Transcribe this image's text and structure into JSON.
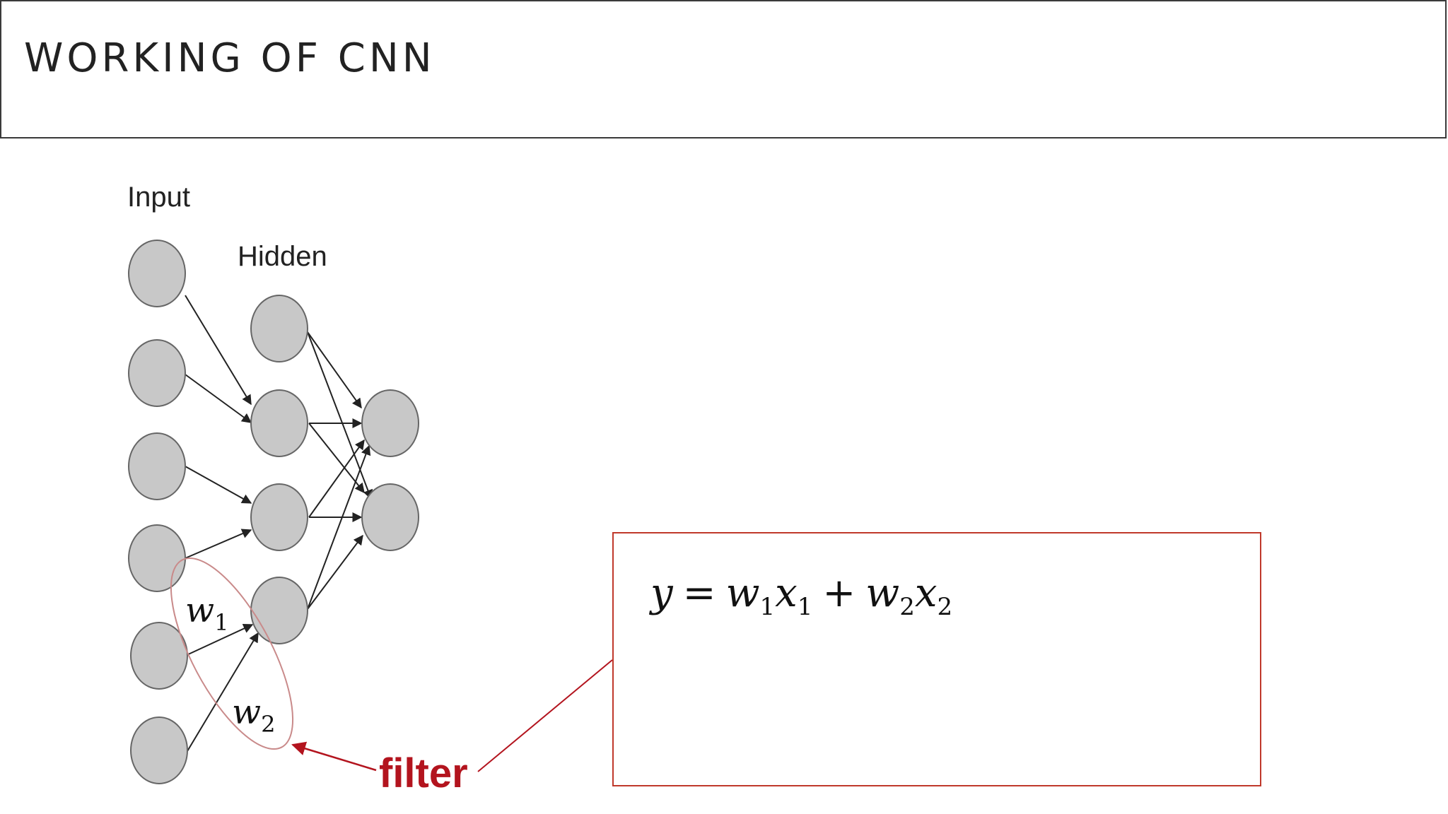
{
  "slide": {
    "title": "WORKING OF CNN"
  },
  "diagram": {
    "input_label": "Input",
    "hidden_label": "Hidden",
    "weight_1": {
      "base": "w",
      "sub": "1"
    },
    "weight_2": {
      "base": "w",
      "sub": "2"
    },
    "filter_label": "filter",
    "layers": {
      "input_nodes": 6,
      "hidden_nodes": 4,
      "output_nodes": 2
    },
    "colors": {
      "node_fill": "#c8c8c8",
      "node_stroke": "#666666",
      "edge": "#222222",
      "filter": "#b3141e",
      "filter_ellipse": "#c98a8a"
    }
  },
  "formula": {
    "y": "y",
    "eq": "=",
    "w1": "w",
    "w1_sub": "1",
    "x1": "x",
    "x1_sub": "1",
    "plus": "+",
    "w2": "w",
    "w2_sub": "2",
    "x2": "x",
    "x2_sub": "2"
  }
}
